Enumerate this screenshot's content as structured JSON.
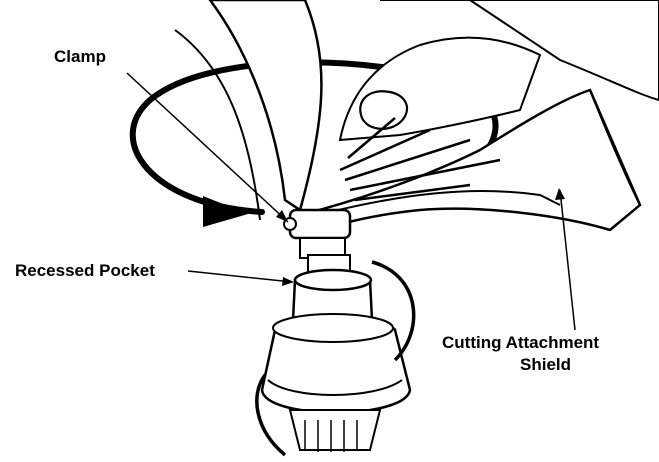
{
  "labels": {
    "clamp": "Clamp",
    "recessed_pocket": "Recessed Pocket",
    "shield_line1": "Cutting Attachment",
    "shield_line2": "Shield"
  },
  "colors": {
    "ink": "#000000",
    "paper": "#ffffff",
    "shade": "#d9d9d9"
  }
}
